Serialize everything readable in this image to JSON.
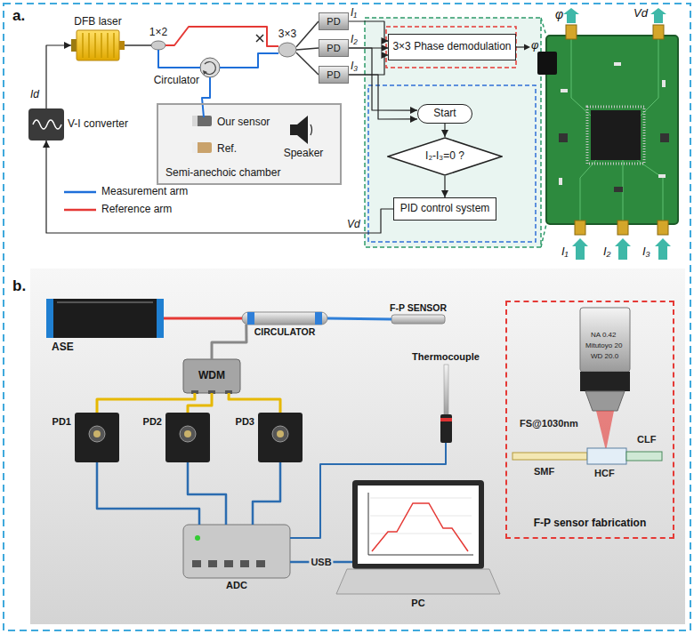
{
  "diagram": {
    "nodes": [
      {
        "text": [
          "DFB laser"
        ]
      },
      {
        "text": [
          "1×2"
        ]
      },
      {
        "text": [
          "Circulator"
        ]
      },
      {
        "text": [
          "3×3"
        ]
      },
      {
        "text": [
          "PD"
        ]
      },
      {
        "text": [
          "PD"
        ]
      },
      {
        "text": [
          "PD"
        ]
      },
      {
        "text": [
          "3×3 Phase demodulation"
        ]
      },
      {
        "text": [
          "Start"
        ]
      },
      {
        "text": [
          "I₂-I₃=0 ?"
        ]
      },
      {
        "text": [
          "PID control system"
        ]
      },
      {
        "text": [
          "V-I converter"
        ]
      },
      {
        "text": [
          "Semi-anechoic chamber"
        ]
      },
      {
        "text": [
          "Our sensor"
        ],
        "in": 12
      },
      {
        "text": [
          "Ref."
        ],
        "in": 12
      },
      {
        "text": [
          "Speaker"
        ],
        "in": 12
      },
      {
        "text": [
          "ASE"
        ]
      },
      {
        "text": [
          "CIRCULATOR"
        ]
      },
      {
        "text": [
          "F-P SENSOR"
        ]
      },
      {
        "text": [
          "WDM"
        ]
      },
      {
        "text": [
          "PD1"
        ]
      },
      {
        "text": [
          "PD2"
        ]
      },
      {
        "text": [
          "PD3"
        ]
      },
      {
        "text": [
          "Thermocouple"
        ]
      },
      {
        "text": [
          "ADC"
        ]
      },
      {
        "text": [
          "PC"
        ]
      },
      {
        "text": [
          "F-P sensor fabrication"
        ]
      }
    ],
    "edges": [
      {
        "from": 0,
        "to": 1,
        "arrow": "none"
      },
      {
        "from": 1,
        "to": 3,
        "arrow": "none"
      },
      {
        "from": 1,
        "to": 2,
        "arrow": "none"
      },
      {
        "from": 2,
        "to": 3,
        "arrow": "none"
      },
      {
        "from": 2,
        "to": 13,
        "arrow": "none"
      },
      {
        "from": 3,
        "to": 4,
        "arrow": "none"
      },
      {
        "from": 3,
        "to": 5,
        "arrow": "none"
      },
      {
        "from": 3,
        "to": 6,
        "arrow": "none"
      },
      {
        "from": 4,
        "to": 7,
        "arrow": "to"
      },
      {
        "from": 5,
        "to": 7,
        "arrow": "to"
      },
      {
        "from": 6,
        "to": 7,
        "arrow": "to"
      },
      {
        "from": 5,
        "to": 8,
        "arrow": "to"
      },
      {
        "from": 6,
        "to": 8,
        "arrow": "to"
      },
      {
        "from": 8,
        "to": 9,
        "arrow": "to"
      },
      {
        "from": 9,
        "to": 10,
        "arrow": "to"
      },
      {
        "from": 10,
        "to": 11,
        "arrow": "to"
      },
      {
        "from": 11,
        "to": 0,
        "arrow": "to"
      },
      {
        "from": 16,
        "to": 17,
        "arrow": "none"
      },
      {
        "from": 17,
        "to": 18,
        "arrow": "none"
      },
      {
        "from": 17,
        "to": 19,
        "arrow": "none"
      },
      {
        "from": 19,
        "to": 20,
        "arrow": "none"
      },
      {
        "from": 19,
        "to": 21,
        "arrow": "none"
      },
      {
        "from": 19,
        "to": 22,
        "arrow": "none"
      },
      {
        "from": 20,
        "to": 24,
        "arrow": "none"
      },
      {
        "from": 21,
        "to": 24,
        "arrow": "none"
      },
      {
        "from": 22,
        "to": 24,
        "arrow": "none"
      },
      {
        "from": 23,
        "to": 24,
        "arrow": "none"
      },
      {
        "from": 24,
        "to": 25,
        "label": "USB",
        "arrow": "none"
      }
    ],
    "labels": [
      "a.",
      "I₁",
      "I₂",
      "I₃",
      "φ",
      "Id",
      "Vd",
      "φ",
      "Vd",
      "I₁",
      "I₂",
      "I₃",
      "b.",
      "NA 0.42",
      "Mitutoyo 20",
      "WD 20.0",
      "FS@1030nm",
      "SMF",
      "HCF",
      "CLF"
    ],
    "legend": [
      {
        "text": "Measurement arm"
      },
      {
        "text": "Reference arm"
      }
    ]
  }
}
